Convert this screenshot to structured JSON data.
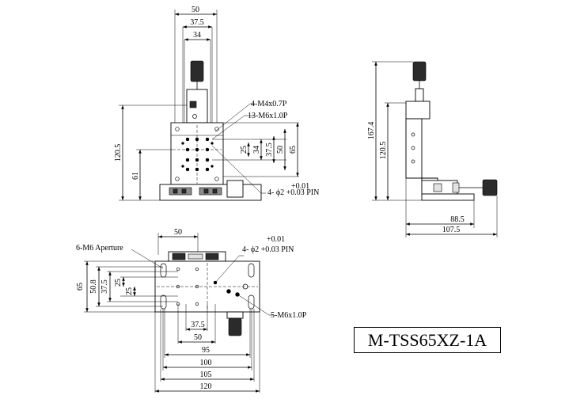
{
  "model": "M-TSS65XZ-1A",
  "front_view": {
    "top_dims": [
      "50",
      "37.5",
      "34"
    ],
    "vertical_dims": [
      "120.5",
      "61"
    ],
    "right_dims": [
      "25",
      "34",
      "37.5",
      "50",
      "65"
    ],
    "callouts": [
      "4-M4x0.7P",
      "13-M6x1.0P"
    ],
    "pin_tol": "+0.01",
    "pin_label": "4- ϕ2 +0.03 PIN"
  },
  "side_view": {
    "vertical_dims": [
      "167.4",
      "120.5"
    ],
    "bottom_dims": [
      "88.5",
      "107.5"
    ]
  },
  "top_view": {
    "top_dim": "50",
    "aperture_label": "6-M6 Aperture",
    "pin_tol": "+0.01",
    "pin_label": "4- ϕ2 +0.03 PIN",
    "left_dims": [
      "65",
      "50.8",
      "37.5",
      "25",
      "25"
    ],
    "hole_label": "5-M6x1.0P",
    "bottom_dims": [
      "37.5",
      "50",
      "95",
      "100",
      "105",
      "120"
    ]
  }
}
